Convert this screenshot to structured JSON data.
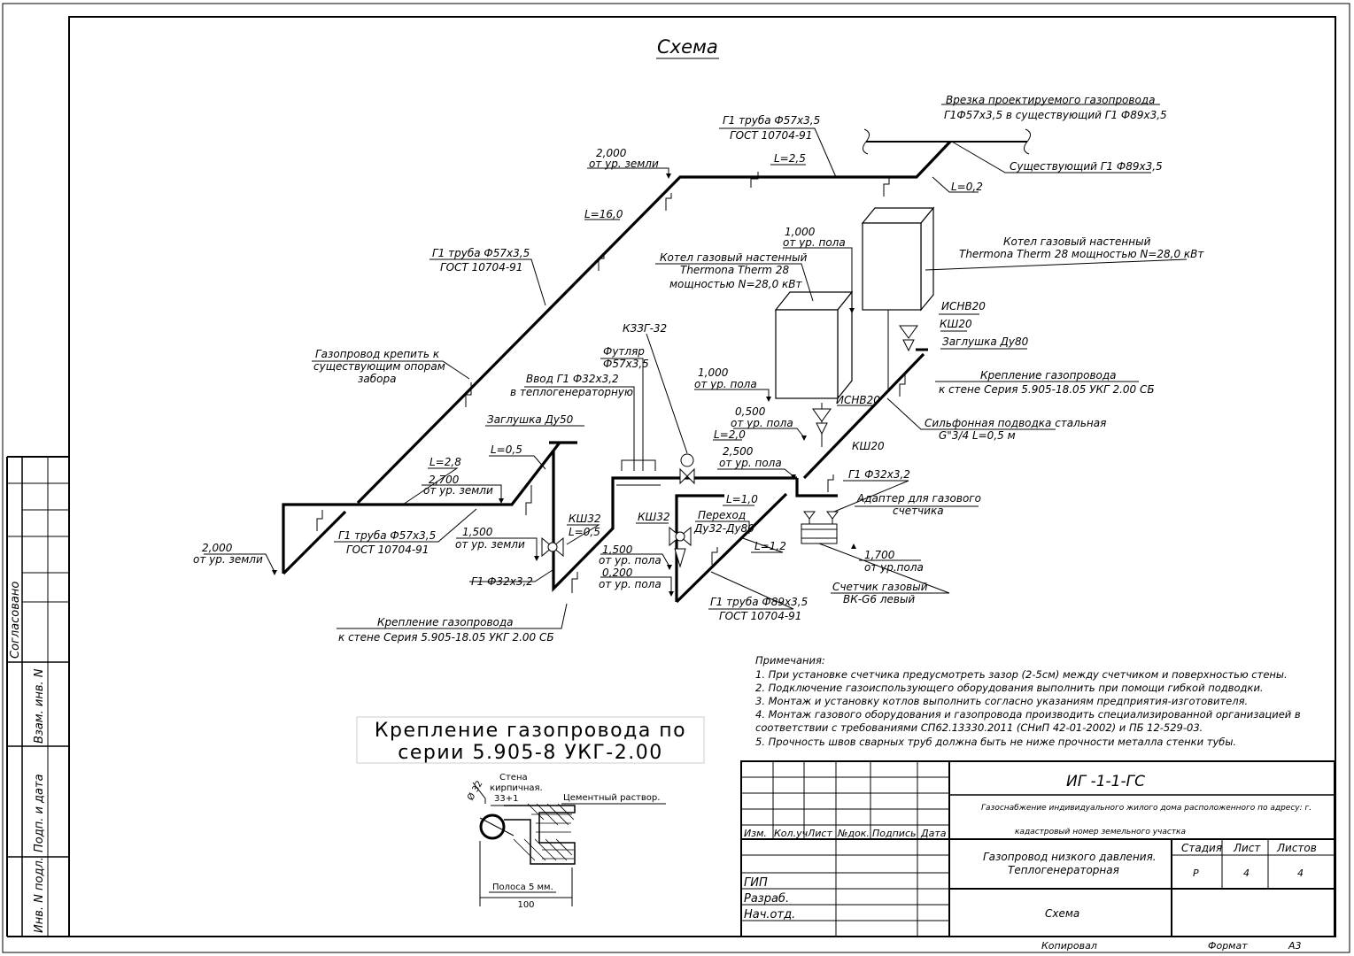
{
  "title": "Схема",
  "labels": {
    "vrezka1": "Врезка проектируемого газопровода",
    "vrezka2": "Г1Ф57х3,5 в существующий Г1 Ф89х3,5",
    "g1top1": "Г1 труба Ф57х3,5",
    "g1top2": "ГОСТ 10704-91",
    "sush": "Существующий Г1 Ф89х3,5",
    "l25": "L=2,5",
    "l02": "L=0,2",
    "h2000a": "2,000",
    "h2000a2": "от ур. земли",
    "l160": "L=16,0",
    "g1left1": "Г1 труба Ф57х3,5",
    "g1left2": "ГОСТ 10704-91",
    "krep1": "Газопровод крепить к",
    "krep2": "существующим опорам",
    "krep3": "забора",
    "kotel1a": "Котел газовый настенный",
    "kotel1b": "Thermona Therm 28",
    "kotel1c": "мощностью N=28,0 кВт",
    "kotel2a": "Котел газовый настенный",
    "kotel2b": "Thermona Therm 28 мощностью N=28,0 кВт",
    "h1000a": "1,000",
    "h1000a2": "от ур. пола",
    "h1000b": "1,000",
    "h1000b2": "от ур. пола",
    "isnv1": "ИСНВ20",
    "ksh1": "КШ20",
    "zagl80": "Заглушка Ду80",
    "kreppipe1": "Крепление газопровода",
    "kreppipe2": "к стене Серия 5.905-18.05 УКГ 2.00 СБ",
    "isnv2": "ИСНВ20",
    "silf1": "Сильфонная подводка стальная",
    "silf2": "G\"3/4 L=0,5 м",
    "ksh2": "КШ20",
    "h500": "0,500",
    "h500b": "от ур. пола",
    "kzg": "КЗЗГ-32",
    "futl1": "Футляр",
    "futl2": "Ф57х3,5",
    "vvod1": "Ввод Г1 Ф32х3,2",
    "vvod2": "в теплогенераторную",
    "zagl50": "Заглушка Ду50",
    "l20": "L=2,0",
    "h2500": "2,500",
    "h2500b": "от ур. пола",
    "g132": "Г1 Ф32х3,2",
    "adapt1": "Адаптер для газового",
    "adapt2": "счетчика",
    "l28": "L=2,8",
    "l05a": "L=0,5",
    "h2700": "2,700",
    "h2700b": "от ур. земли",
    "l10": "L=1,0",
    "ksh32a": "КШ32",
    "ksh32b": "КШ32",
    "perekhod1": "Переход",
    "perekhod2": "Ду32-Ду80",
    "l05b": "L=0,5",
    "h1500a": "1,500",
    "h1500a2": "от ур. земли",
    "l12": "L=1,2",
    "h2000b": "2,000",
    "h2000b2": "от ур. земли",
    "g1bl1": "Г1 труба Ф57х3,5",
    "g1bl2": "ГОСТ 10704-91",
    "h1500b": "1,500",
    "h1500b2": "от ур. пола",
    "h200": "0,200",
    "h200b": "от ур. пола",
    "h1700": "1,700",
    "h1700b": "от ур.пола",
    "g132b": "Г1 Ф32х3,2",
    "g189a": "Г1 труба Ф89х3,5",
    "g189b": "ГОСТ 10704-91",
    "schet1": "Счетчик газовый",
    "schet2": "ВК-G6 левый",
    "krepb1": "Крепление газопровода",
    "krepb2": "к стене Серия 5.905-18.05 УКГ 2.00 СБ"
  },
  "notes": {
    "title": "Примечания:",
    "n1": "1. При установке счетчика предусмотреть зазор (2-5см) между счетчиком и поверхностью стены.",
    "n2": "2. Подключение газоиспользующего оборудования выполнить при помощи гибкой подводки.",
    "n3": "3. Монтаж и установку котлов выполнить согласно указаниям предприятия-изготовителя.",
    "n4a": "4.  Монтаж  газового  оборудования  и  газопровода  производить  специализированной  организацией  в",
    "n4b": "соответствии с требованиями СП62.13330.2011 (СНиП 42-01-2002) и ПБ 12-529-03.",
    "n5": "5. Прочность швов сварных труб должна быть не ниже прочности металла стенки тубы."
  },
  "detail": {
    "title1": "Крепление газопровода по",
    "title2": "серии 5.905-8 УКГ-2.00",
    "wall1": "Стена",
    "wall2": "кирпичная.",
    "dia": "Ø 32",
    "dim1": "33+1",
    "cement": "Цементный раствор.",
    "strip": "Полоса 5 мм.",
    "dim100": "100"
  },
  "side": {
    "soglas": "Согласовано",
    "vzam": "Взам. инв. N",
    "podp": "Подп. и дата",
    "invp": "Инв. N подл."
  },
  "stamp": {
    "code": "ИГ          -1-1-ГС",
    "desc1": "Газоснабжение индивидуального жилого дома расположенного по адресу: г.",
    "desc2": "кадастровый номер земельного участка",
    "h_izm": "Изм.",
    "h_koluch": "Кол.уч",
    "h_list": "Лист",
    "h_ndok": "№док.",
    "h_podpis": "Подпись",
    "h_data": "Дата",
    "name1": "Газопровод низкого давления.",
    "name2": "Теплогенераторная",
    "stadia_h": "Стадия",
    "list_h": "Лист",
    "listov_h": "Листов",
    "stadia": "Р",
    "list": "4",
    "listov": "4",
    "gip": "ГИП",
    "razrab": "Разраб.",
    "nachotd": "Нач.отд.",
    "sheetname": "Схема",
    "kopir": "Копировал",
    "format": "Формат",
    "a3": "А3"
  }
}
